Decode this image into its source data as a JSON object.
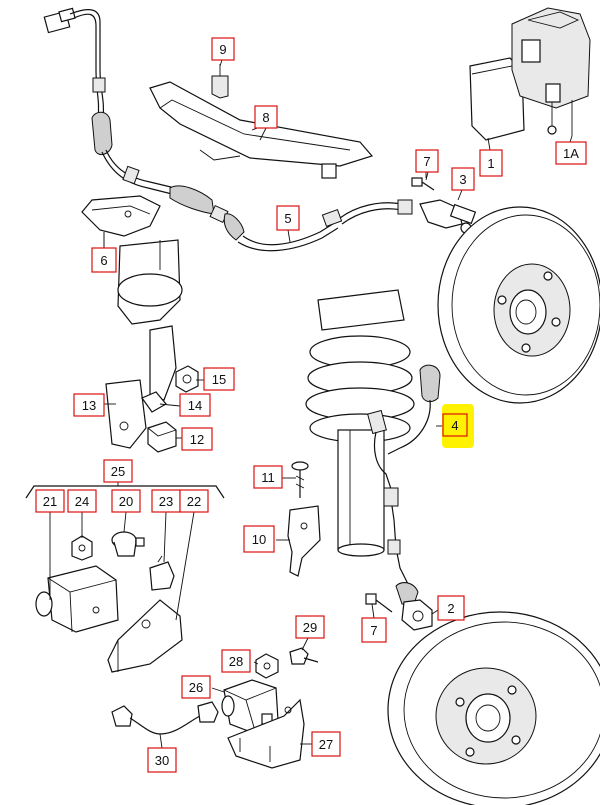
{
  "callouts": [
    {
      "id": "c9",
      "text": "9"
    },
    {
      "id": "c8",
      "text": "8"
    },
    {
      "id": "c7a",
      "text": "7"
    },
    {
      "id": "c3",
      "text": "3"
    },
    {
      "id": "c1",
      "text": "1"
    },
    {
      "id": "c1a",
      "text": "1A"
    },
    {
      "id": "c5",
      "text": "5"
    },
    {
      "id": "c6",
      "text": "6"
    },
    {
      "id": "c15",
      "text": "15"
    },
    {
      "id": "c13",
      "text": "13"
    },
    {
      "id": "c14",
      "text": "14"
    },
    {
      "id": "c12",
      "text": "12"
    },
    {
      "id": "c4",
      "text": "4",
      "highlight_color": "#fff200"
    },
    {
      "id": "c25",
      "text": "25"
    },
    {
      "id": "c21",
      "text": "21"
    },
    {
      "id": "c24",
      "text": "24"
    },
    {
      "id": "c20",
      "text": "20"
    },
    {
      "id": "c23",
      "text": "23"
    },
    {
      "id": "c22",
      "text": "22"
    },
    {
      "id": "c11",
      "text": "11"
    },
    {
      "id": "c10",
      "text": "10"
    },
    {
      "id": "c2",
      "text": "2"
    },
    {
      "id": "c7b",
      "text": "7"
    },
    {
      "id": "c29",
      "text": "29"
    },
    {
      "id": "c28",
      "text": "28"
    },
    {
      "id": "c26",
      "text": "26"
    },
    {
      "id": "c27",
      "text": "27"
    },
    {
      "id": "c30",
      "text": "30"
    }
  ],
  "colors": {
    "callout_box": "#dd1111",
    "highlight": "#fff200",
    "line": "#111111"
  }
}
